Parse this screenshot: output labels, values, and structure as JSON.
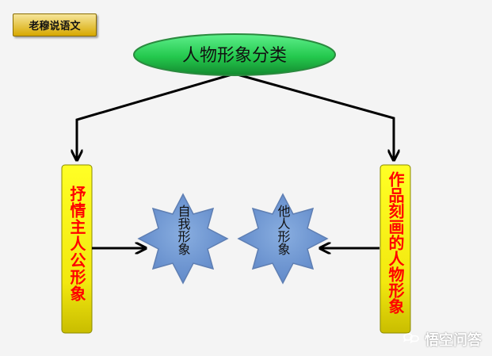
{
  "badge": {
    "label": "老穆说语文"
  },
  "diagram": {
    "title": "人物形象分类",
    "left_category": "抒情主人公形象",
    "right_category": "作品刻画的人物形象",
    "left_star": "自我形象",
    "right_star": "他人形象"
  },
  "watermark": {
    "text": "悟空问答"
  }
}
